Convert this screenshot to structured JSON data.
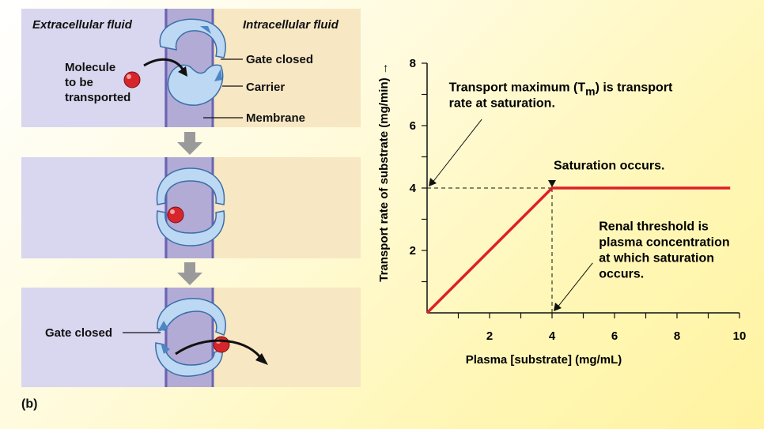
{
  "panel_label": "(b)",
  "top_panel": {
    "extracellular": "Extracellular fluid",
    "intracellular": "Intracellular fluid",
    "molecule_line1": "Molecule",
    "molecule_line2": "to be",
    "molecule_line3": "transported",
    "gate_closed": "Gate closed",
    "carrier": "Carrier",
    "membrane": "Membrane"
  },
  "bottom_panel": {
    "gate_closed": "Gate closed"
  },
  "colors": {
    "extracellular": "#d9d6ef",
    "intracellular": "#f7e7c3",
    "membrane": "#b2abd6",
    "carrier": "#bcd8f2",
    "line": "#dd1f26"
  },
  "chart_data": {
    "type": "line",
    "xlabel": "Plasma [substrate] (mg/mL)",
    "ylabel": "Transport rate of substrate (mg/min)",
    "xlim": [
      0,
      10
    ],
    "ylim": [
      0,
      8
    ],
    "x_ticks": [
      "2",
      "4",
      "6",
      "8",
      "10"
    ],
    "y_ticks": [
      "2",
      "4",
      "6",
      "8"
    ],
    "series": [
      {
        "x": [
          0,
          4,
          9.7
        ],
        "y": [
          0,
          4,
          4
        ]
      }
    ],
    "annotations": {
      "tm_line1": "Transport maximum (T",
      "tm_sub": "m",
      "tm_line1_end": ") is transport",
      "tm_line2": "rate at saturation.",
      "saturation": "Saturation occurs.",
      "renal_line1": "Renal threshold is",
      "renal_line2": "plasma concentration",
      "renal_line3": "at which saturation",
      "renal_line4": "occurs."
    }
  }
}
